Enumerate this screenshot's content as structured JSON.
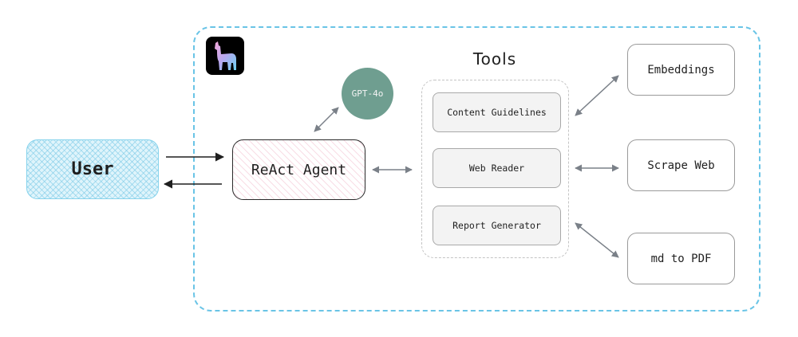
{
  "user": {
    "label": "User"
  },
  "agent": {
    "label": "ReAct Agent"
  },
  "llm": {
    "label": "GPT-4o"
  },
  "tools": {
    "title": "Tools",
    "items": [
      {
        "label": "Content Guidelines"
      },
      {
        "label": "Web Reader"
      },
      {
        "label": "Report Generator"
      }
    ]
  },
  "services": [
    {
      "label": "Embeddings"
    },
    {
      "label": "Scrape Web"
    },
    {
      "label": "md to PDF"
    }
  ],
  "colors": {
    "frame_border": "#69c4e6",
    "user_fill": "#dff4fb",
    "agent_hatch": "#f0b4c8",
    "llm_fill": "#6f9e90",
    "tool_fill": "#f3f3f3",
    "arrow_gray": "#7a8088",
    "arrow_dark": "#1f1f1f"
  },
  "icons": {
    "logo": "llama-logo-icon"
  }
}
